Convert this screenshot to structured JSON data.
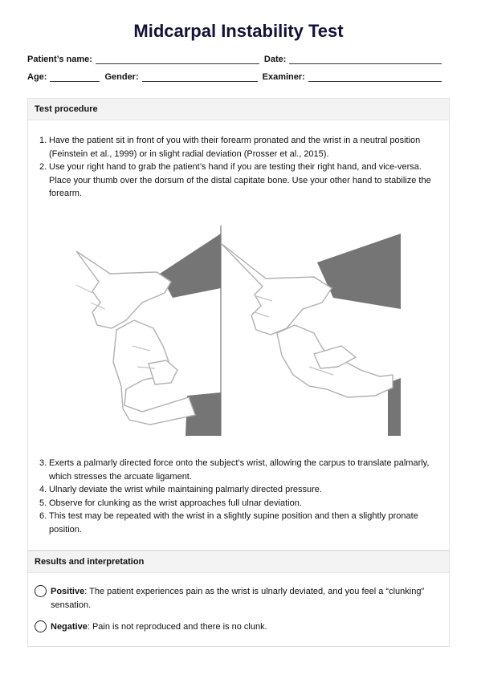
{
  "title": "Midcarpal Instability Test",
  "fields": {
    "patient_name_label": "Patient’s name:",
    "date_label": "Date:",
    "age_label": "Age:",
    "gender_label": "Gender:",
    "examiner_label": "Examiner:"
  },
  "procedure": {
    "heading": "Test procedure",
    "steps_before": [
      {
        "num": "1.",
        "text": "Have the patient sit in front of you with their forearm pronated and the wrist in a neutral position (Feinstein et al., 1999) or in slight radial deviation (Prosser et al., 2015)."
      },
      {
        "num": "2.",
        "text": "Use your right hand to grab the patient’s hand if you are testing their right hand, and vice-versa. Place your thumb over the dorsum of the distal capitate bone. Use your other hand to stabilize the forearm."
      }
    ],
    "steps_after": [
      {
        "num": "3.",
        "text": "Exerts a palmarly directed force onto the subject’s wrist, allowing the carpus to translate palmarly, which stresses the arcuate ligament."
      },
      {
        "num": "4.",
        "text": "Ulnarly deviate the wrist while maintaining palmarly directed pressure."
      },
      {
        "num": "5.",
        "text": "Observe for clunking as the wrist approaches full ulnar deviation."
      },
      {
        "num": "6.",
        "text": "This test may be repeated with the wrist in a slightly supine position and then a slightly pronate position."
      }
    ]
  },
  "results": {
    "heading": "Results and interpretation",
    "positive_label": "Positive",
    "positive_text": ": The patient experiences pain as the wrist is ulnarly deviated, and you feel a “clunking” sensation.",
    "negative_label": "Negative",
    "negative_text": ": Pain is not reproduced and there is no clunk."
  }
}
